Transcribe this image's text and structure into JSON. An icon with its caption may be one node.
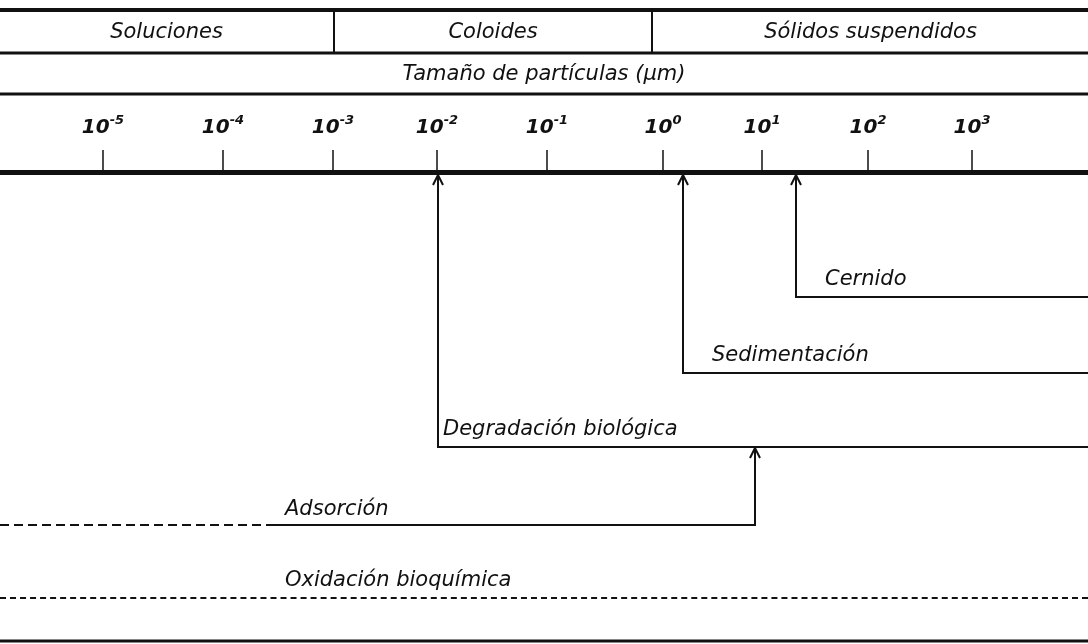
{
  "diagram": {
    "nodes": [
      {
        "text": [
          "Soluciones"
        ]
      },
      {
        "text": [
          "Coloides"
        ]
      },
      {
        "text": [
          "Sólidos suspendidos"
        ]
      },
      {
        "text": [
          "Tamaño de partículas (µm)"
        ]
      },
      {
        "text": [],
        "shape": "bar"
      },
      {
        "text": [
          "Cernido"
        ]
      },
      {
        "text": [
          "Sedimentación"
        ]
      },
      {
        "text": [
          "Degradación biológica"
        ]
      },
      {
        "text": [
          "Adsorción"
        ]
      },
      {
        "text": [
          "Oxidación bioquímica"
        ]
      }
    ],
    "edges": [
      {
        "from": 5,
        "to": 4,
        "arrow": "to"
      },
      {
        "from": 6,
        "to": 4,
        "arrow": "to"
      },
      {
        "from": 7,
        "to": 4,
        "arrow": "to"
      },
      {
        "from": 8,
        "to": 7,
        "arrow": "to"
      }
    ],
    "labels": [
      "10$^{-5}$",
      "10$^{-4}$",
      "10$^{-3}$",
      "10$^{-2}$",
      "10$^{-1}$",
      "10$^{0}$",
      "10$^{1}$",
      "10$^{2}$",
      "10$^{3}$"
    ]
  }
}
